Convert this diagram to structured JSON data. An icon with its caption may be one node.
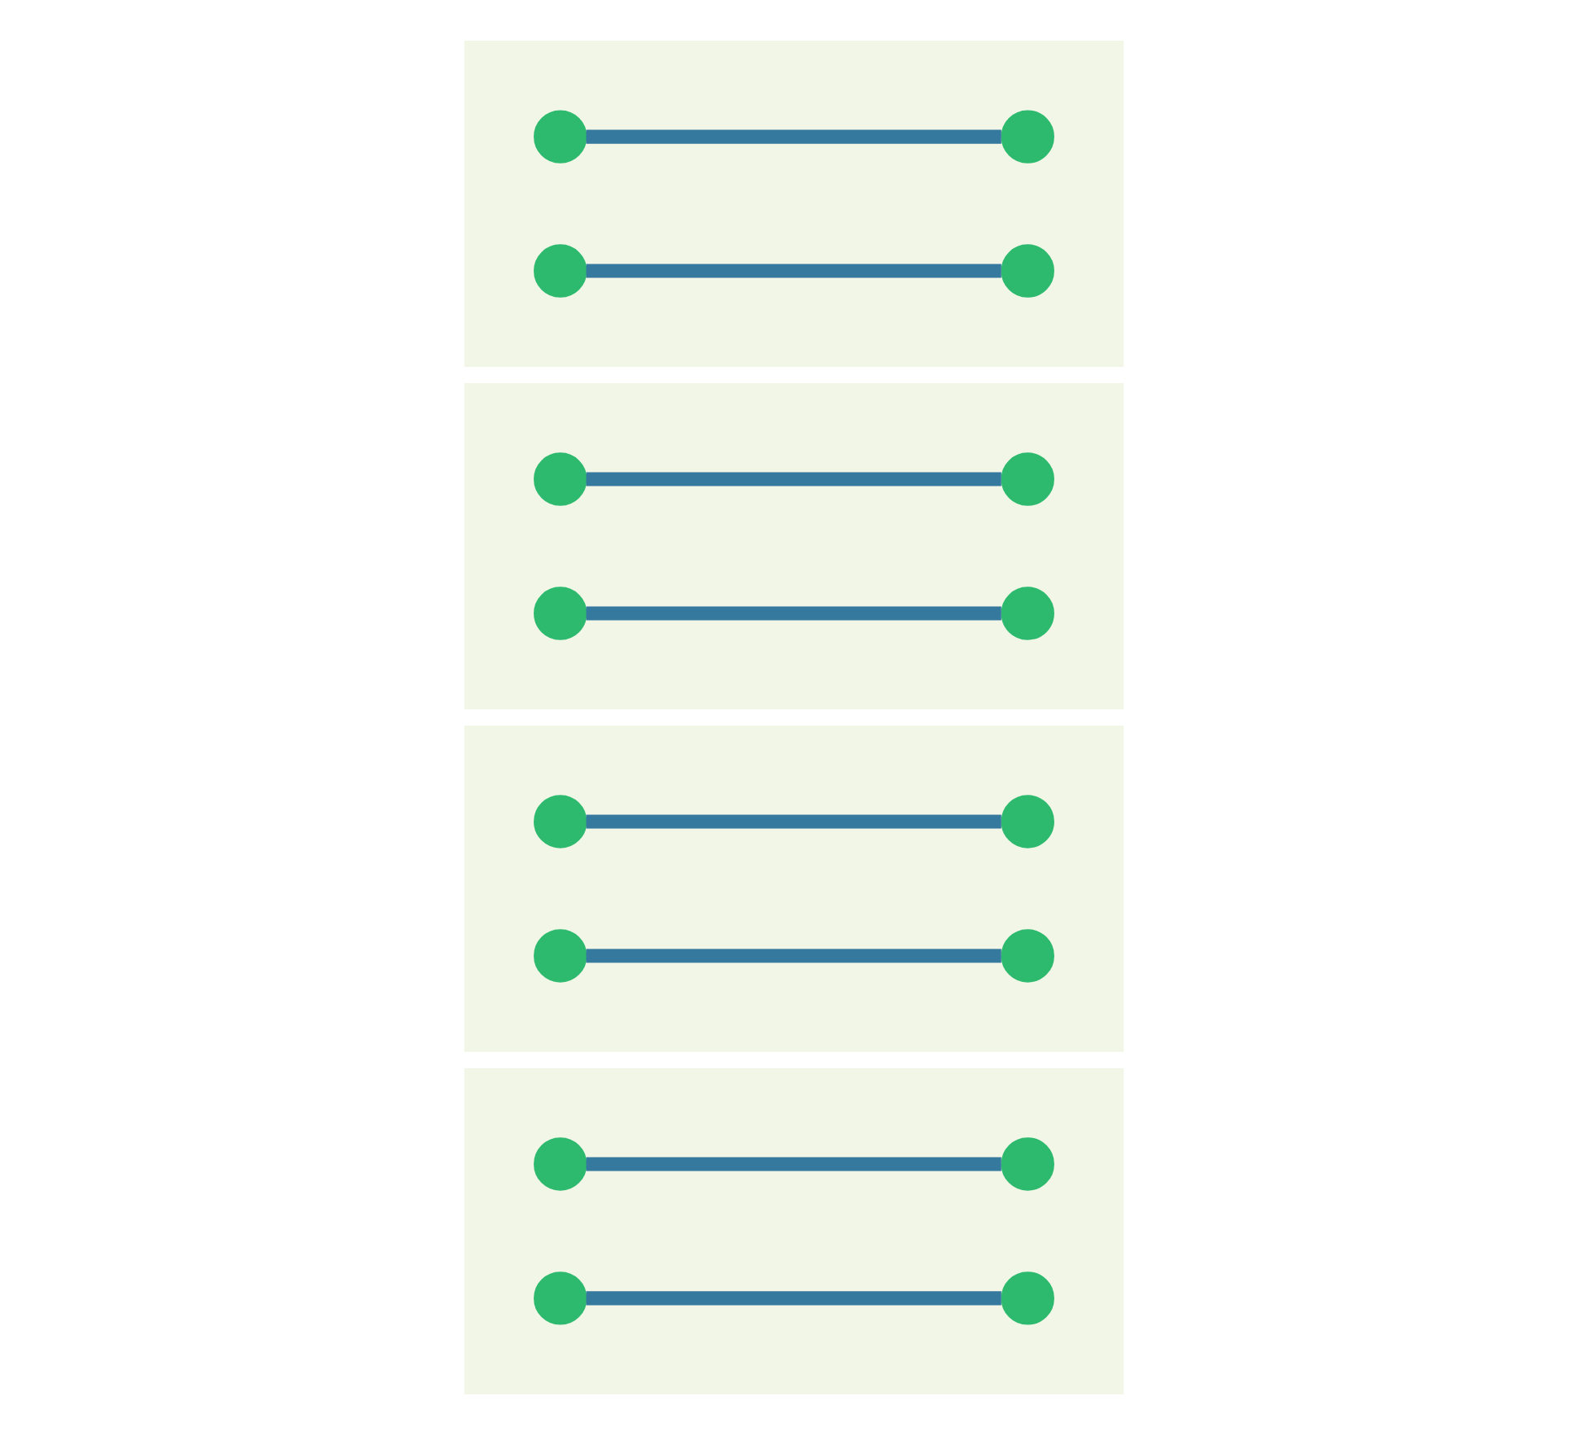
{
  "diagram": {
    "nodes": [
      {
        "text": [],
        "shape": "box"
      },
      {
        "text": [],
        "shape": "circle",
        "in": 0
      },
      {
        "text": [],
        "shape": "circle",
        "in": 0
      },
      {
        "text": [],
        "shape": "circle",
        "in": 0
      },
      {
        "text": [],
        "shape": "circle",
        "in": 0
      },
      {
        "text": [],
        "shape": "box"
      },
      {
        "text": [],
        "shape": "circle",
        "in": 5
      },
      {
        "text": [],
        "shape": "circle",
        "in": 5
      },
      {
        "text": [],
        "shape": "circle",
        "in": 5
      },
      {
        "text": [],
        "shape": "circle",
        "in": 5
      },
      {
        "text": [],
        "shape": "box"
      },
      {
        "text": [],
        "shape": "circle",
        "in": 10
      },
      {
        "text": [],
        "shape": "circle",
        "in": 10
      },
      {
        "text": [],
        "shape": "circle",
        "in": 10
      },
      {
        "text": [],
        "shape": "circle",
        "in": 10
      },
      {
        "text": [],
        "shape": "box"
      },
      {
        "text": [],
        "shape": "circle",
        "in": 15
      },
      {
        "text": [],
        "shape": "circle",
        "in": 15
      },
      {
        "text": [],
        "shape": "circle",
        "in": 15
      },
      {
        "text": [],
        "shape": "circle",
        "in": 15
      }
    ],
    "edges": [
      {
        "from": 3,
        "to": 1,
        "arrow": "none"
      },
      {
        "from": 4,
        "to": 2,
        "arrow": "none"
      },
      {
        "from": 6,
        "to": 7,
        "arrow": "none"
      },
      {
        "from": 8,
        "to": 9,
        "arrow": "none"
      },
      {
        "from": 13,
        "to": 12,
        "arrow": "none"
      },
      {
        "from": 14,
        "to": 11,
        "arrow": "none"
      },
      {
        "from": 18,
        "to": 16,
        "arrow": "none"
      },
      {
        "from": 19,
        "to": 17,
        "arrow": "none"
      }
    ]
  }
}
